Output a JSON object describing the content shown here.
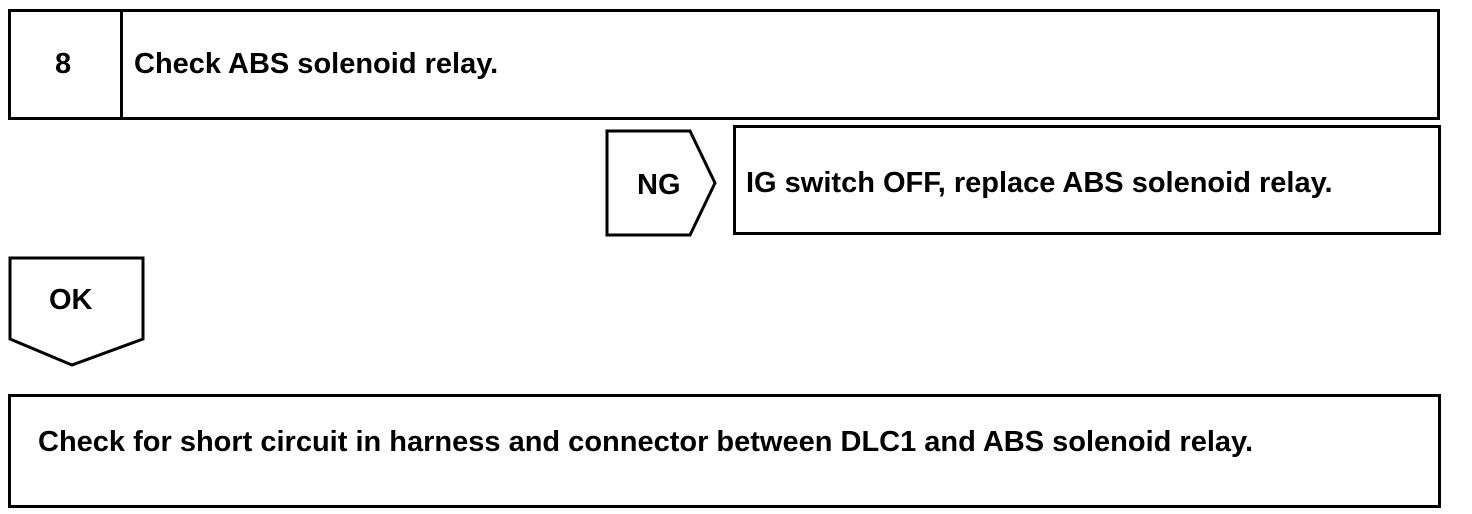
{
  "step": {
    "number": "8",
    "title": "Check ABS solenoid relay."
  },
  "ng_branch": {
    "label": "NG",
    "action": "IG switch OFF, replace ABS solenoid relay."
  },
  "ok_branch": {
    "label": "OK"
  },
  "next_step": {
    "text": "Check for short circuit in harness and connector between DLC1 and ABS solenoid relay."
  }
}
